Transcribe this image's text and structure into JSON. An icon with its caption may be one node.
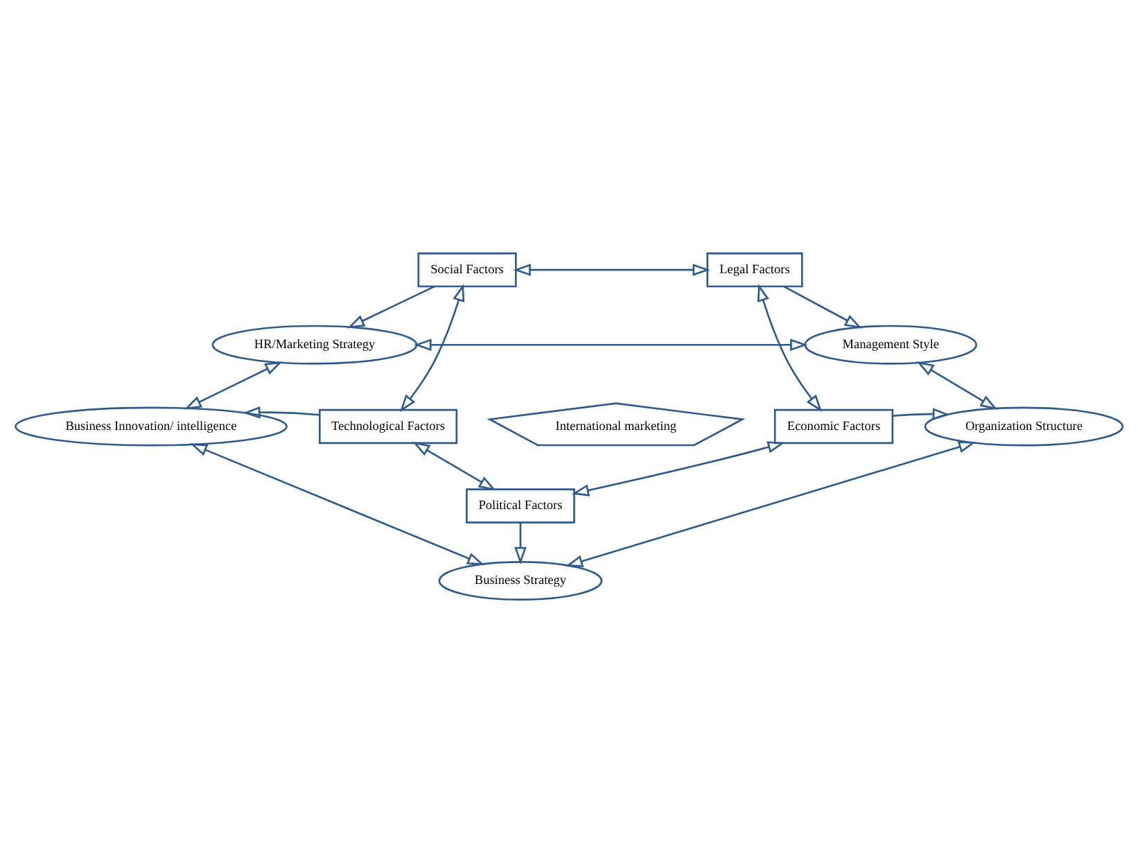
{
  "diagram": {
    "nodes": [
      {
        "text": [
          "HR/Marketing Strategy"
        ]
      },
      {
        "text": [
          "Management Style"
        ]
      },
      {
        "text": [
          "Social Factors"
        ]
      },
      {
        "text": [
          "Legal Factors"
        ]
      },
      {
        "text": [
          "International marketing"
        ]
      },
      {
        "text": [
          "Business Innovation/ intelligence"
        ]
      },
      {
        "text": [
          "Technological Factors"
        ]
      },
      {
        "text": [
          "Economic Factors"
        ]
      },
      {
        "text": [
          "Organization Structure"
        ]
      },
      {
        "text": [
          "Political Factors"
        ]
      },
      {
        "text": [
          "Business Strategy"
        ]
      }
    ],
    "edges": [
      {
        "from": 0,
        "to": 1,
        "arrow": "both"
      },
      {
        "from": 2,
        "to": 0,
        "arrow": "to"
      },
      {
        "from": 3,
        "to": 1,
        "arrow": "to"
      },
      {
        "from": 2,
        "to": 3,
        "arrow": "both"
      },
      {
        "from": 2,
        "to": 6,
        "arrow": "both"
      },
      {
        "from": 3,
        "to": 7,
        "arrow": "both"
      },
      {
        "from": 6,
        "to": 5,
        "arrow": "to"
      },
      {
        "from": 7,
        "to": 8,
        "arrow": "to"
      },
      {
        "from": 6,
        "to": 9,
        "arrow": "both"
      },
      {
        "from": 7,
        "to": 9,
        "arrow": "both"
      },
      {
        "from": 9,
        "to": 10,
        "arrow": "to"
      },
      {
        "from": 5,
        "to": 0,
        "arrow": "both"
      },
      {
        "from": 1,
        "to": 8,
        "arrow": "both"
      },
      {
        "from": 5,
        "to": 10,
        "arrow": "both"
      },
      {
        "from": 8,
        "to": 10,
        "arrow": "both"
      }
    ]
  }
}
